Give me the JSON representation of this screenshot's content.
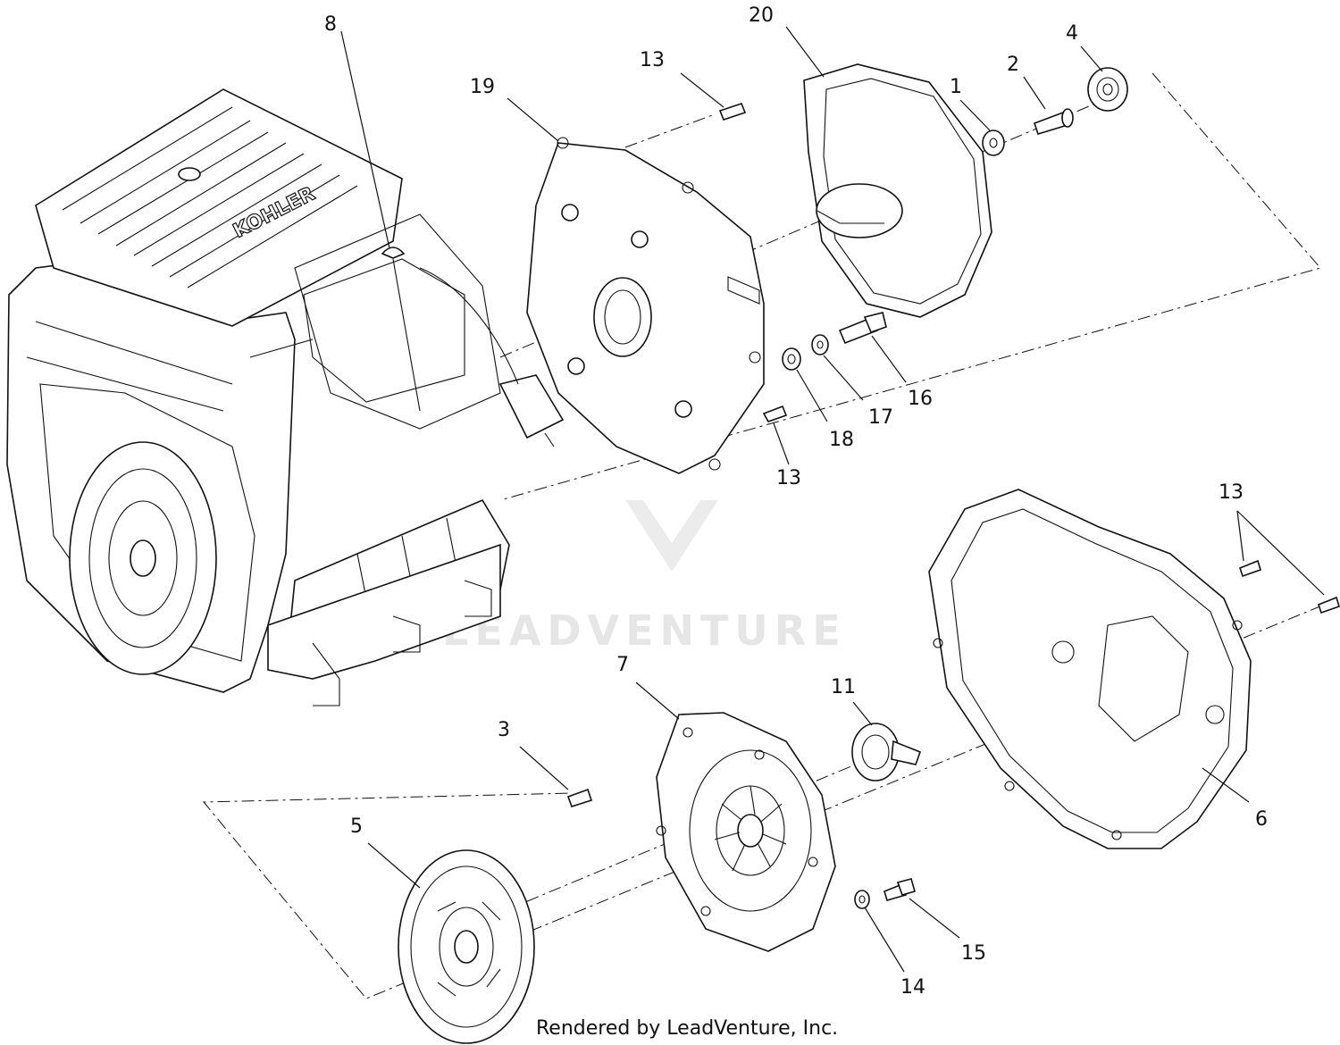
{
  "callouts": [
    {
      "id": "8",
      "label": "8"
    },
    {
      "id": "20",
      "label": "20"
    },
    {
      "id": "13a",
      "label": "13"
    },
    {
      "id": "19",
      "label": "19"
    },
    {
      "id": "1",
      "label": "1"
    },
    {
      "id": "2",
      "label": "2"
    },
    {
      "id": "4",
      "label": "4"
    },
    {
      "id": "16",
      "label": "16"
    },
    {
      "id": "17",
      "label": "17"
    },
    {
      "id": "18",
      "label": "18"
    },
    {
      "id": "13b",
      "label": "13"
    },
    {
      "id": "13c",
      "label": "13"
    },
    {
      "id": "7",
      "label": "7"
    },
    {
      "id": "11",
      "label": "11"
    },
    {
      "id": "3",
      "label": "3"
    },
    {
      "id": "5",
      "label": "5"
    },
    {
      "id": "6",
      "label": "6"
    },
    {
      "id": "15",
      "label": "15"
    },
    {
      "id": "14",
      "label": "14"
    }
  ],
  "engine_brand": "KOHLER",
  "watermark": "LEADVENTURE",
  "footer": "Rendered by LeadVenture, Inc.",
  "colors": {
    "line": "#111111",
    "watermark": "#e6e6e6",
    "background": "#ffffff"
  }
}
